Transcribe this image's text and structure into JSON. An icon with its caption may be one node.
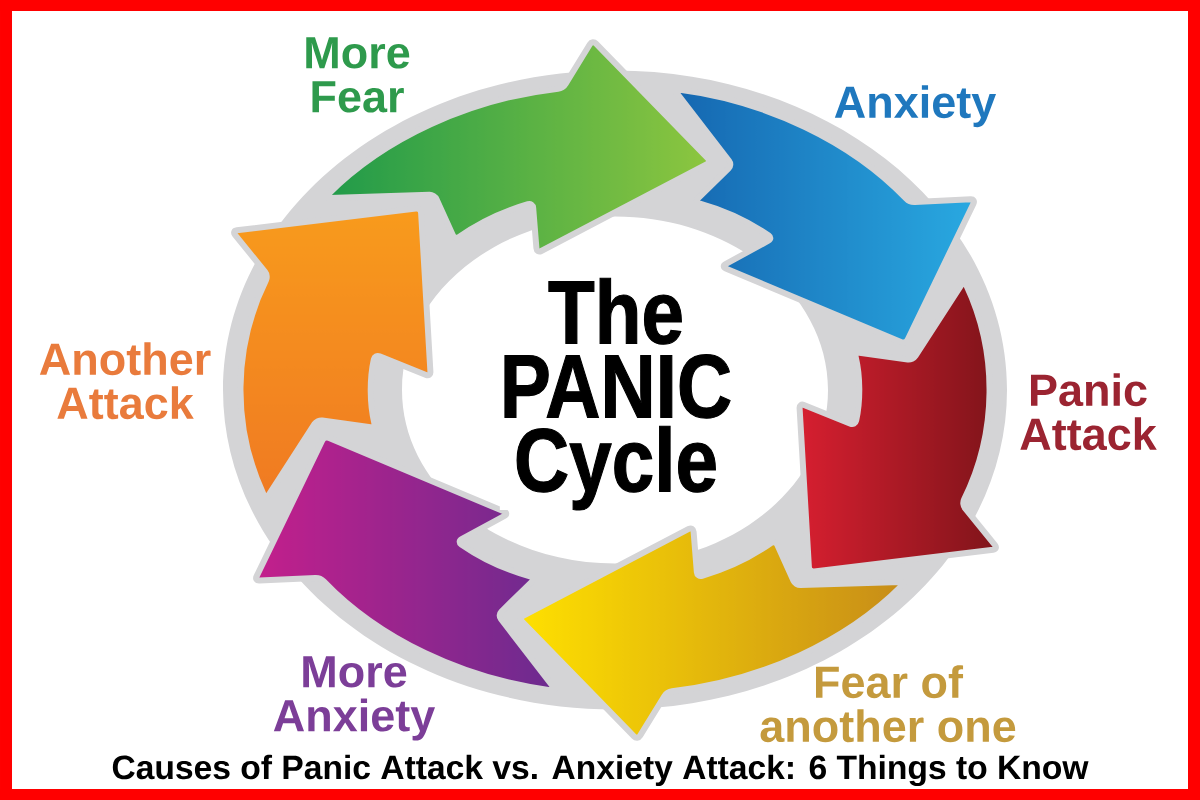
{
  "diagram": {
    "title": "The PANIC Cycle",
    "caption": "Causes of Panic Attack vs. Anxiety Attack: 6 Things to Know",
    "nodes": [
      {
        "text": [
          "More Fear"
        ]
      },
      {
        "text": [
          "Anxiety"
        ]
      },
      {
        "text": [
          "Panic Attack"
        ]
      },
      {
        "text": [
          "Fear of another one"
        ]
      },
      {
        "text": [
          "More Anxiety"
        ]
      },
      {
        "text": [
          "Another Attack"
        ]
      }
    ]
  }
}
